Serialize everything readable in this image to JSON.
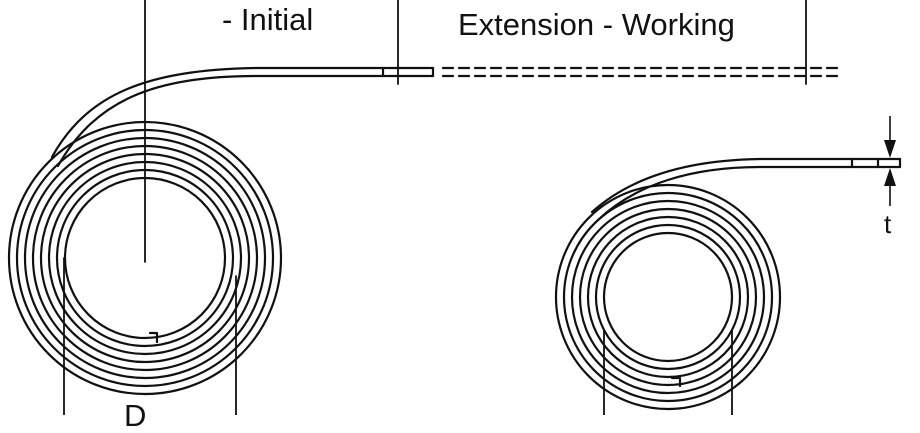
{
  "labels": {
    "initial_extension": "- Initial",
    "working_extension": "Extension - Working",
    "thickness": "t",
    "inner_diameter_partial": "D"
  },
  "colors": {
    "stroke": "#111111",
    "background": "#ffffff"
  }
}
